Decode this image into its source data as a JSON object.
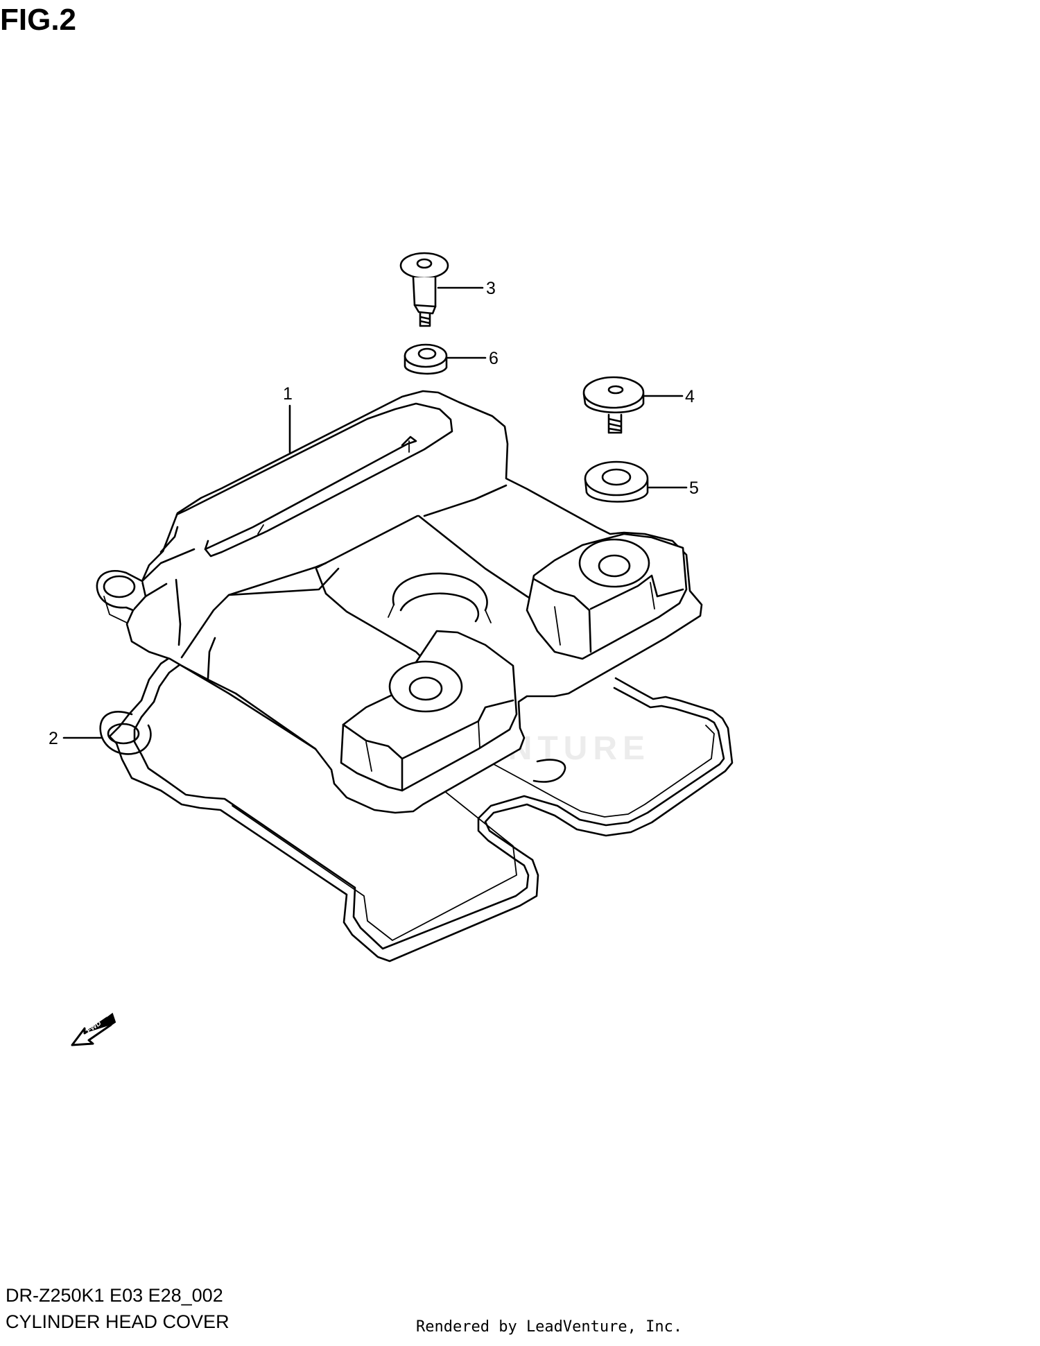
{
  "figure": {
    "title": "FIG.2"
  },
  "callouts": [
    {
      "id": "1",
      "label": "1"
    },
    {
      "id": "2",
      "label": "2"
    },
    {
      "id": "3",
      "label": "3"
    },
    {
      "id": "4",
      "label": "4"
    },
    {
      "id": "5",
      "label": "5"
    },
    {
      "id": "6",
      "label": "6"
    }
  ],
  "direction_arrow": {
    "label": "FWD"
  },
  "watermark": {
    "text": "LEADVENTURE"
  },
  "footer": {
    "code": "DR-Z250K1 E03 E28_002",
    "title": "CYLINDER HEAD COVER",
    "credit": "Rendered by LeadVenture, Inc."
  }
}
